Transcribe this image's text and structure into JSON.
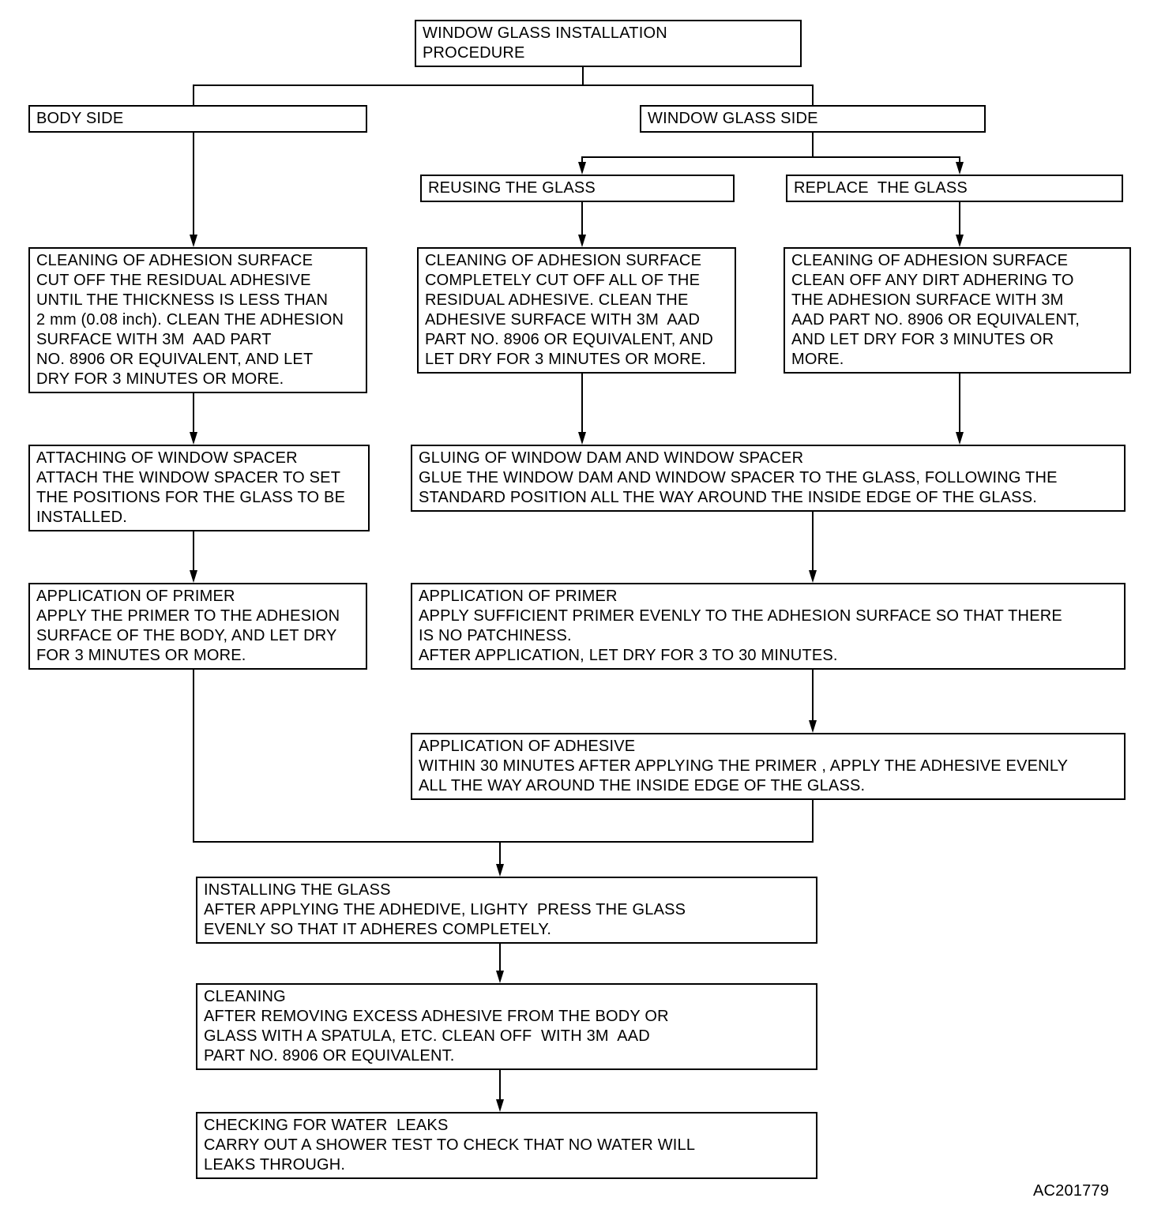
{
  "figure_id": "AC201779",
  "nodes": {
    "title": {
      "text": "WINDOW GLASS INSTALLATION\nPROCEDURE"
    },
    "body_side": {
      "text": "BODY SIDE"
    },
    "window_glass_side": {
      "text": "WINDOW GLASS SIDE"
    },
    "reusing": {
      "text": "REUSING THE GLASS"
    },
    "replace": {
      "text": "REPLACE  THE GLASS"
    },
    "clean_body": {
      "text": "CLEANING OF ADHESION SURFACE\nCUT OFF THE RESIDUAL ADHESIVE\nUNTIL THE THICKNESS IS LESS THAN\n2 mm (0.08 inch). CLEAN THE ADHESION\nSURFACE WITH 3M  AAD PART\nNO. 8906 OR EQUIVALENT, AND LET\nDRY FOR 3 MINUTES OR MORE."
    },
    "clean_reuse": {
      "text": "CLEANING OF ADHESION SURFACE\nCOMPLETELY CUT OFF ALL OF THE\nRESIDUAL ADHESIVE. CLEAN THE\nADHESIVE SURFACE WITH 3M  AAD\nPART NO. 8906 OR EQUIVALENT, AND\nLET DRY FOR 3 MINUTES OR MORE."
    },
    "clean_replace": {
      "text": "CLEANING OF ADHESION SURFACE\nCLEAN OFF ANY DIRT ADHERING TO\nTHE ADHESION SURFACE WITH 3M\nAAD PART NO. 8906 OR EQUIVALENT,\nAND LET DRY FOR 3 MINUTES OR\nMORE."
    },
    "spacer": {
      "text": "ATTACHING OF WINDOW SPACER\nATTACH THE WINDOW SPACER TO SET\nTHE POSITIONS FOR THE GLASS TO BE\nINSTALLED."
    },
    "gluing": {
      "text": "GLUING OF WINDOW DAM AND WINDOW SPACER\nGLUE THE WINDOW DAM AND WINDOW SPACER TO THE GLASS, FOLLOWING THE\nSTANDARD POSITION ALL THE WAY AROUND THE INSIDE EDGE OF THE GLASS."
    },
    "primer_body": {
      "text": "APPLICATION OF PRIMER\nAPPLY THE PRIMER TO THE ADHESION\nSURFACE OF THE BODY, AND LET DRY\nFOR 3 MINUTES OR MORE."
    },
    "primer_glass": {
      "text": "APPLICATION OF PRIMER\nAPPLY SUFFICIENT PRIMER EVENLY TO THE ADHESION SURFACE SO THAT THERE\nIS NO PATCHINESS.\nAFTER APPLICATION, LET DRY FOR 3 TO 30 MINUTES."
    },
    "adhesive": {
      "text": "APPLICATION OF ADHESIVE\nWITHIN 30 MINUTES AFTER APPLYING THE PRIMER , APPLY THE ADHESIVE EVENLY\nALL THE WAY AROUND THE INSIDE EDGE OF THE GLASS."
    },
    "installing": {
      "text": "INSTALLING THE GLASS\nAFTER APPLYING THE ADHEDIVE, LIGHTY  PRESS THE GLASS\nEVENLY SO THAT IT ADHERES COMPLETELY."
    },
    "cleaning": {
      "text": "CLEANING\nAFTER REMOVING EXCESS ADHESIVE FROM THE BODY OR\nGLASS WITH A SPATULA, ETC. CLEAN OFF  WITH 3M  AAD\nPART NO. 8906 OR EQUIVALENT."
    },
    "checking": {
      "text": "CHECKING FOR WATER  LEAKS\nCARRY OUT A SHOWER TEST TO CHECK THAT NO WATER WILL\nLEAKS THROUGH."
    }
  },
  "edges": [
    {
      "from": "title",
      "to": "body_side"
    },
    {
      "from": "title",
      "to": "window_glass_side"
    },
    {
      "from": "window_glass_side",
      "to": "reusing"
    },
    {
      "from": "window_glass_side",
      "to": "replace"
    },
    {
      "from": "body_side",
      "to": "clean_body"
    },
    {
      "from": "reusing",
      "to": "clean_reuse"
    },
    {
      "from": "replace",
      "to": "clean_replace"
    },
    {
      "from": "clean_body",
      "to": "spacer"
    },
    {
      "from": "clean_reuse",
      "to": "gluing"
    },
    {
      "from": "clean_replace",
      "to": "gluing"
    },
    {
      "from": "spacer",
      "to": "primer_body"
    },
    {
      "from": "gluing",
      "to": "primer_glass"
    },
    {
      "from": "primer_glass",
      "to": "adhesive"
    },
    {
      "from": "primer_body",
      "to": "installing"
    },
    {
      "from": "adhesive",
      "to": "installing"
    },
    {
      "from": "installing",
      "to": "cleaning"
    },
    {
      "from": "cleaning",
      "to": "checking"
    }
  ]
}
